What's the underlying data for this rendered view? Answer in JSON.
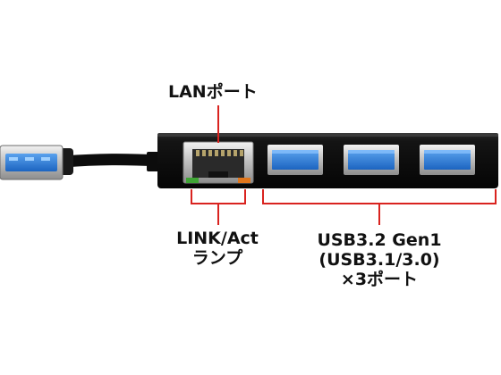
{
  "labels": {
    "lan_port": "LANポート",
    "link_act_line1": "LINK/Act",
    "link_act_line2": "ランプ",
    "usb_line1": "USB3.2 Gen1",
    "usb_line2": "(USB3.1/3.0)",
    "usb_line3": "×3ポート"
  },
  "colors": {
    "hub_body": "#121212",
    "usb_blue": "#2f7ed8",
    "callout_red": "#d9231f",
    "led_green": "#3fa535",
    "led_orange": "#e0761c"
  },
  "ports": {
    "usb_count": 3
  }
}
